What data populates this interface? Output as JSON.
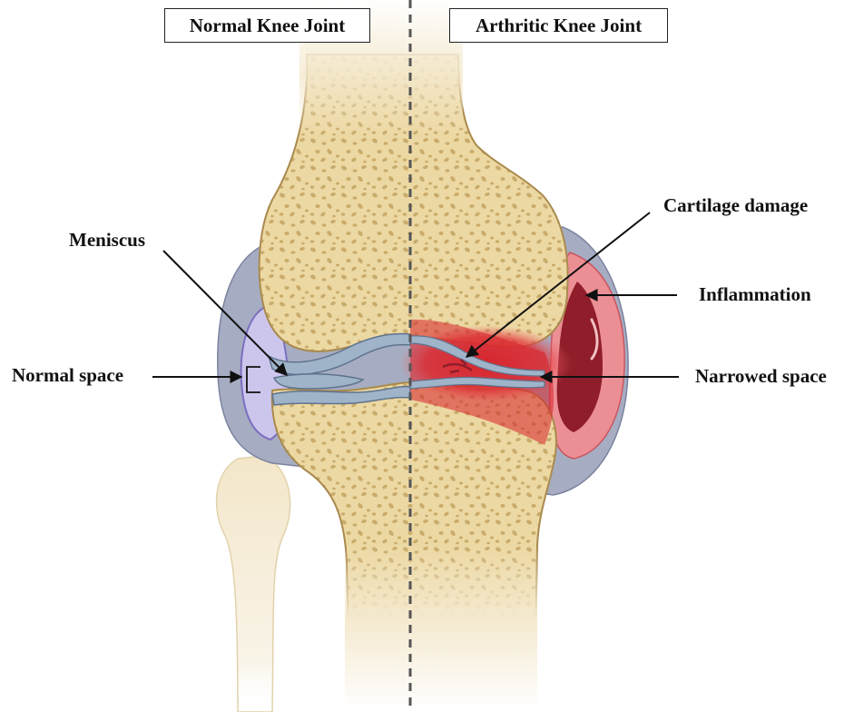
{
  "titles": {
    "left": "Normal Knee Joint",
    "right": "Arthritic Knee Joint"
  },
  "labels": {
    "meniscus": "Meniscus",
    "normal_space": "Normal space",
    "cartilage_damage": "Cartilage damage",
    "inflammation": "Inflammation",
    "narrowed_space": "Narrowed space"
  },
  "colors": {
    "bone": "#ecd8a2",
    "bone_outline": "#a98a4e",
    "bone_spots": "#c9ab6b",
    "cartilage": "#9fb3c9",
    "synovial_capsule": "#a6adc2",
    "synovial_fluid": "#cdc6ec",
    "inflammation_red": "#d9222a",
    "inflamed_capsule": "#ec8f95",
    "dark_inflamed": "#8f1e2a",
    "divider": "#555555"
  }
}
